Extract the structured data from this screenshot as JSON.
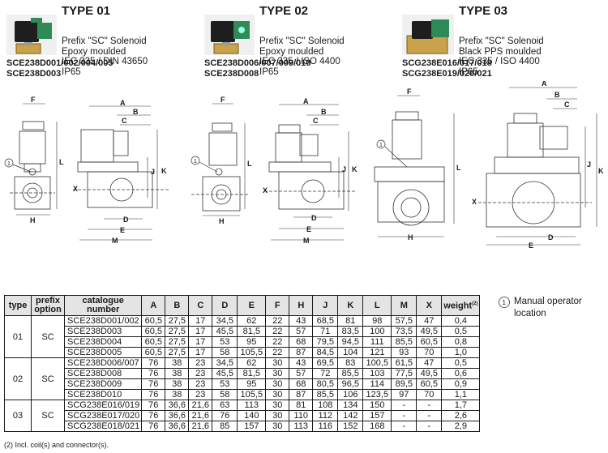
{
  "types": [
    {
      "title": "TYPE 01",
      "desc": [
        "Prefix \"SC\" Solenoid",
        "Epoxy moulded",
        "IEC 335 / DIN 43650",
        "IP65"
      ],
      "models": [
        "SCE238D001/002/004/005",
        "SCE238D003"
      ]
    },
    {
      "title": "TYPE 02",
      "desc": [
        "Prefix \"SC\" Solenoid",
        "Epoxy moulded",
        "IEC 335 / ISO 4400",
        "IP65"
      ],
      "models": [
        "SCE238D006/007/009/010",
        "SCE238D008"
      ]
    },
    {
      "title": "TYPE 03",
      "desc": [
        "Prefix \"SC\" Solenoid",
        "Black PPS moulded",
        "IEC 335 / ISO 4400",
        "IP65"
      ],
      "models": [
        "SCG238E016/017/018",
        "SCG238E019/020/021"
      ]
    }
  ],
  "dims": {
    "A": "A",
    "B": "B",
    "C": "C",
    "D": "D",
    "E": "E",
    "F": "F",
    "H": "H",
    "J": "J",
    "K": "K",
    "L": "L",
    "M": "M",
    "X": "X",
    "one": "1"
  },
  "note": {
    "marker": "1",
    "text_line1": "Manual operator",
    "text_line2": "location"
  },
  "table": {
    "headers": [
      "type",
      "prefix option",
      "catalogue number",
      "A",
      "B",
      "C",
      "D",
      "E",
      "F",
      "H",
      "J",
      "K",
      "L",
      "M",
      "X",
      "weight"
    ],
    "weight_sup": "(2)",
    "groups": [
      {
        "type": "01",
        "prefix": "SC",
        "rows": [
          [
            "SCE238D001/002",
            "60,5",
            "27,5",
            "17",
            "34,5",
            "62",
            "22",
            "43",
            "68,5",
            "81",
            "98",
            "57,5",
            "47",
            "0,4"
          ],
          [
            "SCE238D003",
            "60,5",
            "27,5",
            "17",
            "45,5",
            "81,5",
            "22",
            "57",
            "71",
            "83,5",
            "100",
            "73,5",
            "49,5",
            "0,5"
          ],
          [
            "SCE238D004",
            "60,5",
            "27,5",
            "17",
            "53",
            "95",
            "22",
            "68",
            "79,5",
            "94,5",
            "111",
            "85,5",
            "60,5",
            "0,8"
          ],
          [
            "SCE238D005",
            "60,5",
            "27,5",
            "17",
            "58",
            "105,5",
            "22",
            "87",
            "84,5",
            "104",
            "121",
            "93",
            "70",
            "1,0"
          ]
        ]
      },
      {
        "type": "02",
        "prefix": "SC",
        "rows": [
          [
            "SCE238D006/007",
            "76",
            "38",
            "23",
            "34,5",
            "62",
            "30",
            "43",
            "69,5",
            "83",
            "100,5",
            "61,5",
            "47",
            "0,5"
          ],
          [
            "SCE238D008",
            "76",
            "38",
            "23",
            "45,5",
            "81,5",
            "30",
            "57",
            "72",
            "85,5",
            "103",
            "77,5",
            "49,5",
            "0,6"
          ],
          [
            "SCE238D009",
            "76",
            "38",
            "23",
            "53",
            "95",
            "30",
            "68",
            "80,5",
            "96,5",
            "114",
            "89,5",
            "60,5",
            "0,9"
          ],
          [
            "SCE238D010",
            "76",
            "38",
            "23",
            "58",
            "105,5",
            "30",
            "87",
            "85,5",
            "106",
            "123,5",
            "97",
            "70",
            "1,1"
          ]
        ]
      },
      {
        "type": "03",
        "prefix": "SC",
        "rows": [
          [
            "SCG238E016/019",
            "76",
            "36,6",
            "21,6",
            "63",
            "113",
            "30",
            "81",
            "108",
            "134",
            "150",
            "-",
            "-",
            "1,7"
          ],
          [
            "SCG238E017/020",
            "76",
            "36,6",
            "21,6",
            "76",
            "140",
            "30",
            "110",
            "112",
            "142",
            "157",
            "-",
            "-",
            "2,6"
          ],
          [
            "SCG238E018/021",
            "76",
            "36,6",
            "21,6",
            "85",
            "157",
            "30",
            "113",
            "116",
            "152",
            "168",
            "-",
            "-",
            "2,9"
          ]
        ]
      }
    ]
  },
  "footnote": "(2) Incl. coil(s) and connector(s).",
  "colors": {
    "header_bg": "#e4e4e4",
    "coil_green": "#2e8b57",
    "coil_black": "#1e1e1e",
    "brass": "#c9a24a"
  }
}
